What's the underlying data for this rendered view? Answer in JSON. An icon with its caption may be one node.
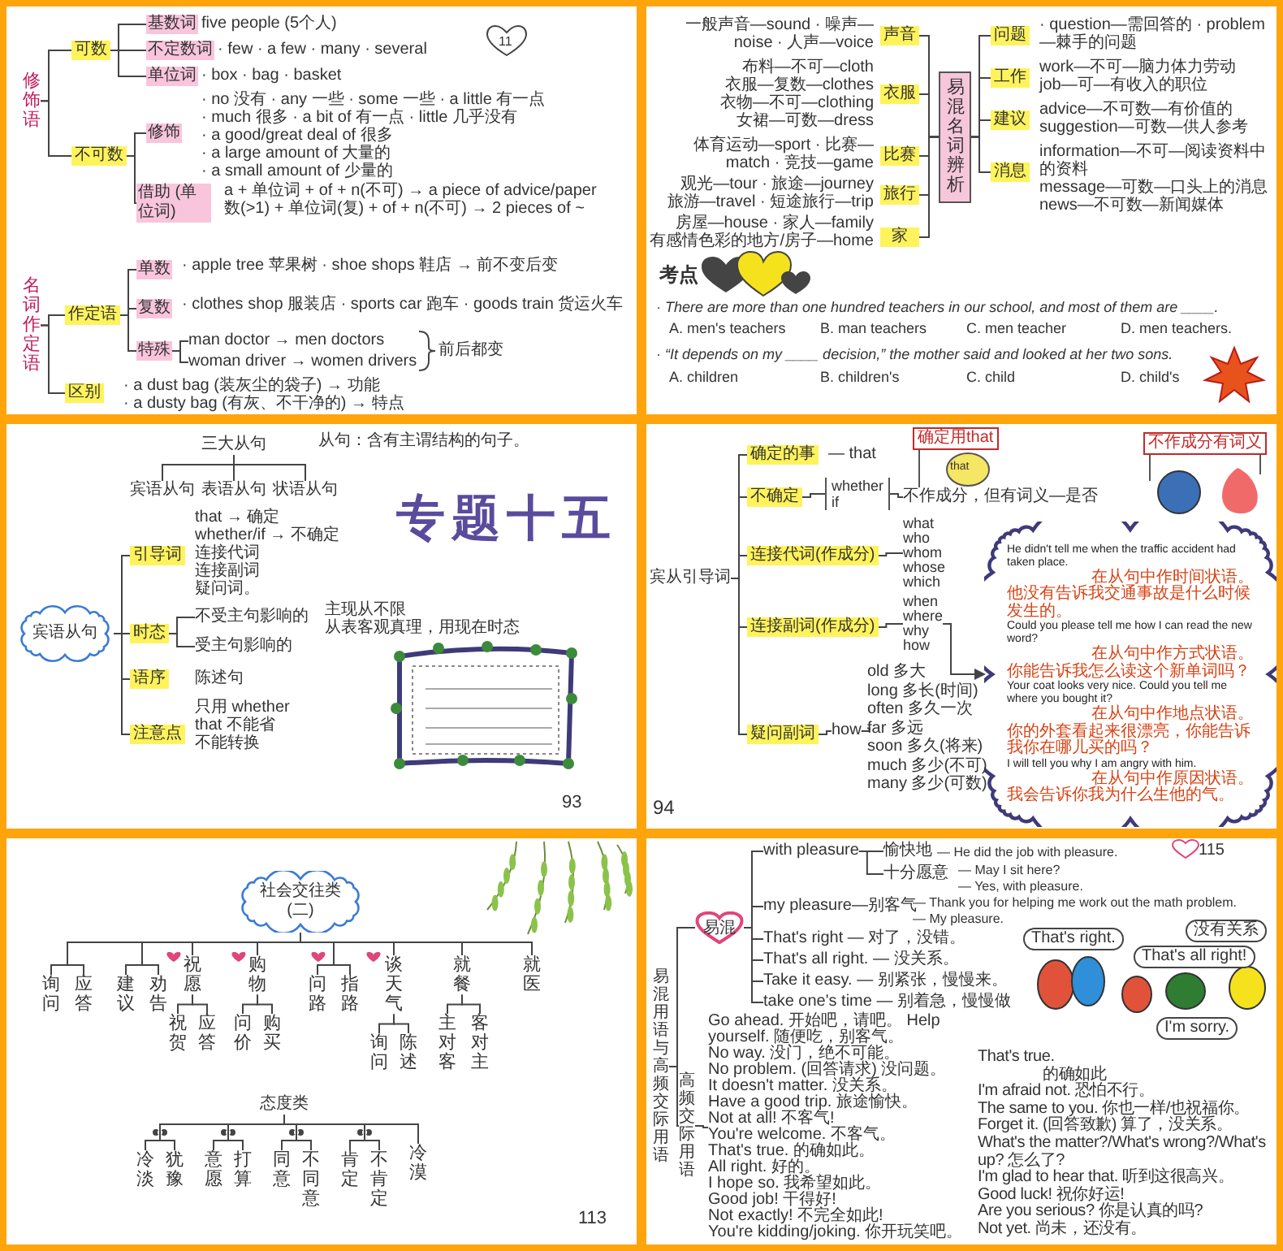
{
  "diagram": {
    "nodes": [
      {
        "text": [
          "修饰语"
        ]
      },
      {
        "text": [
          "可数"
        ]
      },
      {
        "text": [
          "基数词"
        ],
        "beside": [
          "five people (5个人)"
        ]
      },
      {
        "text": [
          "不定数词"
        ],
        "beside": [
          "· few · a few · many · several"
        ]
      },
      {
        "text": [
          "单位词"
        ],
        "beside": [
          "· box · bag · basket"
        ]
      },
      {
        "text": [
          "不可数"
        ]
      },
      {
        "text": [
          "修饰"
        ],
        "beside": [
          "· no 没有 · any 一些 · some 一些 · a little 有一点",
          "· much 很多 · a bit of 有一点 · little 几乎没有",
          "· a good/great deal of 很多",
          "· a large amount of 大量的",
          "· a small amount of 少量的"
        ]
      },
      {
        "text": [
          "借助 (单位词)"
        ],
        "beside": [
          "a + 单位词 + of + n(不可) → a piece of advice/paper",
          "数(>1) + 单位词(复) + of + n(不可) → 2 pieces of ~"
        ]
      },
      {
        "text": [
          "名词作定语"
        ]
      },
      {
        "text": [
          "作定语"
        ]
      },
      {
        "text": [
          "单数"
        ],
        "beside": [
          "· apple tree 苹果树 · shoe shops 鞋店 → 前不变后变"
        ]
      },
      {
        "text": [
          "复数"
        ],
        "beside": [
          "· clothes shop 服装店 · sports car 跑车 · goods train 货运火车"
        ]
      },
      {
        "text": [
          "特殊"
        ]
      },
      {
        "text": [
          "man doctor → men doctors"
        ]
      },
      {
        "text": [
          "woman driver → women drivers"
        ]
      },
      {
        "text": [
          "区别"
        ],
        "beside": [
          "· a dust bag (装灰尘的袋子) → 功能",
          "· a dusty bag (有灰、不干净的) → 特点"
        ]
      },
      {
        "text": [
          "易混名词辨析"
        ]
      },
      {
        "text": [
          "声音"
        ],
        "beside": [
          "一般声音—sound · 噪声—noise · 人声—voice"
        ]
      },
      {
        "text": [
          "衣服"
        ],
        "beside": [
          "布料—不可—cloth",
          "衣服—复数—clothes",
          "衣物—不可—clothing",
          "女裙—可数—dress"
        ]
      },
      {
        "text": [
          "比赛"
        ],
        "beside": [
          "体育运动—sport · 比赛—match · 竞技—game"
        ]
      },
      {
        "text": [
          "旅行"
        ],
        "beside": [
          "观光—tour · 旅途—journey",
          "旅游—travel · 短途旅行—trip"
        ]
      },
      {
        "text": [
          "家"
        ],
        "beside": [
          "房屋—house · 家人—family",
          "有感情色彩的地方/房子—home"
        ]
      },
      {
        "text": [
          "问题"
        ],
        "beside": [
          "· question—需回答的 · problem—棘手的问题"
        ]
      },
      {
        "text": [
          "工作"
        ],
        "beside": [
          "work—不可—脑力体力劳动",
          "job—可—有收入的职位"
        ]
      },
      {
        "text": [
          "建议"
        ],
        "beside": [
          "advice—不可数—有价值的",
          "suggestion—可数—供人参考"
        ]
      },
      {
        "text": [
          "消息"
        ],
        "beside": [
          "information—不可—阅读资料中的资料",
          "message—可数—口头上的消息",
          "news—不可数—新闻媒体"
        ]
      },
      {
        "text": [
          "三大从句"
        ]
      },
      {
        "text": [
          "宾语从句"
        ]
      },
      {
        "text": [
          "表语从句"
        ]
      },
      {
        "text": [
          "状语从句"
        ]
      },
      {
        "text": [
          "宾语从句"
        ]
      },
      {
        "text": [
          "引导词"
        ],
        "beside": [
          "that → 确定",
          "whether/if → 不确定",
          "连接代词",
          "连接副词",
          "疑问词。"
        ]
      },
      {
        "text": [
          "时态"
        ]
      },
      {
        "text": [
          "不受主句影响的"
        ],
        "beside": [
          "主现从不限",
          "从表客观真理，用现在时态"
        ]
      },
      {
        "text": [
          "受主句影响的"
        ]
      },
      {
        "text": [
          "语序"
        ],
        "beside": [
          "陈述句"
        ]
      },
      {
        "text": [
          "注意点"
        ],
        "beside": [
          "只用 whether",
          "that 不能省",
          "不能转换"
        ]
      },
      {
        "text": [
          "宾从引导词"
        ]
      },
      {
        "text": [
          "确定的事"
        ],
        "beside": [
          "— that"
        ]
      },
      {
        "text": [
          "不确定"
        ]
      },
      {
        "text": [
          "whether",
          "if"
        ]
      },
      {
        "text": [
          "不作成分，但有词义—是否"
        ]
      },
      {
        "text": [
          "连接代词(作成分)"
        ]
      },
      {
        "text": [
          "what",
          "who",
          "whom",
          "whose",
          "which"
        ]
      },
      {
        "text": [
          "连接副词(作成分)"
        ]
      },
      {
        "text": [
          "when",
          "where",
          "why",
          "how"
        ]
      },
      {
        "text": [
          "He didn't tell me when the traffic accident had taken place.",
          "在从句中作时间状语。",
          "他没有告诉我交通事故是什么时候发生的。",
          "Could you please tell me how I can read the new word?",
          "在从句中作方式状语。",
          "你能告诉我怎么读这个新单词吗？",
          "Your coat looks very nice. Could you tell me where you bought it?",
          "在从句中作地点状语。",
          "你的外套看起来很漂亮，你能告诉我你在哪儿买的吗？",
          "I will tell you why I am angry with him.",
          "在从句中作原因状语。",
          "我会告诉你我为什么生他的气。"
        ]
      },
      {
        "text": [
          "疑问副词"
        ]
      },
      {
        "text": [
          "how"
        ]
      },
      {
        "text": [
          "old 多大",
          "long 多长(时间)",
          "often 多久一次",
          "far 多远",
          "soon 多久(将来)",
          "much 多少(不可)",
          "many 多少(可数)"
        ]
      },
      {
        "text": [
          "社会交往类(二)"
        ]
      },
      {
        "text": [
          "询问"
        ]
      },
      {
        "text": [
          "应答"
        ]
      },
      {
        "text": [
          "建议"
        ]
      },
      {
        "text": [
          "劝告"
        ]
      },
      {
        "text": [
          "祝愿"
        ]
      },
      {
        "text": [
          "祝贺"
        ]
      },
      {
        "text": [
          "应答"
        ]
      },
      {
        "text": [
          "购物"
        ]
      },
      {
        "text": [
          "问价"
        ]
      },
      {
        "text": [
          "购买"
        ]
      },
      {
        "text": [
          "问路"
        ]
      },
      {
        "text": [
          "指路"
        ]
      },
      {
        "text": [
          "谈天气"
        ]
      },
      {
        "text": [
          "询问"
        ]
      },
      {
        "text": [
          "陈述"
        ]
      },
      {
        "text": [
          "就餐"
        ]
      },
      {
        "text": [
          "主对客"
        ]
      },
      {
        "text": [
          "客对主"
        ]
      },
      {
        "text": [
          "就医"
        ]
      },
      {
        "text": [
          "态度类"
        ]
      },
      {
        "text": [
          "冷淡"
        ]
      },
      {
        "text": [
          "犹豫"
        ]
      },
      {
        "text": [
          "意愿"
        ]
      },
      {
        "text": [
          "打算"
        ]
      },
      {
        "text": [
          "同意"
        ]
      },
      {
        "text": [
          "不同意"
        ]
      },
      {
        "text": [
          "肯定"
        ]
      },
      {
        "text": [
          "不肯定"
        ]
      },
      {
        "text": [
          "冷漠"
        ]
      },
      {
        "text": [
          "易混用语与高频交际用语"
        ]
      },
      {
        "text": [
          "易混"
        ]
      },
      {
        "text": [
          "with pleasure"
        ]
      },
      {
        "text": [
          "愉快地"
        ],
        "beside": [
          "— He did the job with pleasure."
        ]
      },
      {
        "text": [
          "十分愿意"
        ],
        "beside": [
          "— May I sit here?",
          "— Yes, with pleasure."
        ]
      },
      {
        "text": [
          "my pleasure—别客气"
        ],
        "beside": [
          "— Thank you for helping me work out the math problem.",
          "— My pleasure."
        ]
      },
      {
        "text": [
          "That's right — 对了，没错。"
        ]
      },
      {
        "text": [
          "That's all right. — 没关系。"
        ]
      },
      {
        "text": [
          "Take it easy. — 别紧张，慢慢来。"
        ]
      },
      {
        "text": [
          "take one's time — 别着急，慢慢做"
        ]
      },
      {
        "text": [
          "高频交际用语"
        ]
      },
      {
        "text": [
          "Go ahead. 开始吧，请吧。 Help yourself. 随便吃，别客气。",
          "No way. 没门，绝不可能。",
          "No problem. (回答请求) 没问题。",
          "It doesn't matter. 没关系。",
          "Have a good trip. 旅途愉快。",
          "Not at all! 不客气!",
          "You're welcome. 不客气。",
          "That's true. 的确如此。",
          "All right. 好的。",
          "I hope so. 我希望如此。",
          "Good job! 干得好!",
          "Not exactly! 不完全如此!",
          "You're kidding/joking. 你开玩笑吧。"
        ]
      }
    ],
    "edges": [
      {
        "from": 0,
        "to": 1,
        "arrow": "none"
      },
      {
        "from": 0,
        "to": 5,
        "arrow": "none"
      },
      {
        "from": 1,
        "to": 2,
        "arrow": "none"
      },
      {
        "from": 1,
        "to": 3,
        "arrow": "none"
      },
      {
        "from": 1,
        "to": 4,
        "arrow": "none"
      },
      {
        "from": 5,
        "to": 6,
        "arrow": "none"
      },
      {
        "from": 5,
        "to": 7,
        "arrow": "none"
      },
      {
        "from": 8,
        "to": 9,
        "arrow": "none"
      },
      {
        "from": 8,
        "to": 15,
        "arrow": "none"
      },
      {
        "from": 9,
        "to": 10,
        "arrow": "none"
      },
      {
        "from": 9,
        "to": 11,
        "arrow": "none"
      },
      {
        "from": 9,
        "to": 12,
        "arrow": "none"
      },
      {
        "from": 12,
        "to": 13,
        "arrow": "none"
      },
      {
        "from": 12,
        "to": 14,
        "arrow": "none"
      },
      {
        "from": 16,
        "to": 17,
        "arrow": "none"
      },
      {
        "from": 16,
        "to": 18,
        "arrow": "none"
      },
      {
        "from": 16,
        "to": 19,
        "arrow": "none"
      },
      {
        "from": 16,
        "to": 20,
        "arrow": "none"
      },
      {
        "from": 16,
        "to": 21,
        "arrow": "none"
      },
      {
        "from": 16,
        "to": 22,
        "arrow": "none"
      },
      {
        "from": 16,
        "to": 23,
        "arrow": "none"
      },
      {
        "from": 16,
        "to": 24,
        "arrow": "none"
      },
      {
        "from": 16,
        "to": 25,
        "arrow": "none"
      },
      {
        "from": 26,
        "to": 27,
        "arrow": "none"
      },
      {
        "from": 26,
        "to": 28,
        "arrow": "none"
      },
      {
        "from": 26,
        "to": 29,
        "arrow": "none"
      },
      {
        "from": 30,
        "to": 31,
        "arrow": "none"
      },
      {
        "from": 30,
        "to": 32,
        "arrow": "none"
      },
      {
        "from": 32,
        "to": 33,
        "arrow": "none"
      },
      {
        "from": 32,
        "to": 34,
        "arrow": "none"
      },
      {
        "from": 30,
        "to": 35,
        "arrow": "none"
      },
      {
        "from": 30,
        "to": 36,
        "arrow": "none"
      },
      {
        "from": 37,
        "to": 38,
        "arrow": "none"
      },
      {
        "from": 37,
        "to": 39,
        "arrow": "none"
      },
      {
        "from": 39,
        "to": 40,
        "arrow": "none"
      },
      {
        "from": 40,
        "to": 41,
        "arrow": "none"
      },
      {
        "from": 37,
        "to": 42,
        "arrow": "none"
      },
      {
        "from": 42,
        "to": 43,
        "arrow": "none"
      },
      {
        "from": 37,
        "to": 44,
        "arrow": "none"
      },
      {
        "from": 44,
        "to": 45,
        "arrow": "none"
      },
      {
        "from": 45,
        "to": 46,
        "arrow": "to"
      },
      {
        "from": 37,
        "to": 47,
        "arrow": "none"
      },
      {
        "from": 47,
        "to": 48,
        "arrow": "none"
      },
      {
        "from": 48,
        "to": 49,
        "arrow": "none"
      },
      {
        "from": 50,
        "to": 51,
        "arrow": "none"
      },
      {
        "from": 50,
        "to": 52,
        "arrow": "none"
      },
      {
        "from": 50,
        "to": 53,
        "arrow": "none"
      },
      {
        "from": 50,
        "to": 54,
        "arrow": "none"
      },
      {
        "from": 50,
        "to": 55,
        "arrow": "none"
      },
      {
        "from": 55,
        "to": 56,
        "arrow": "none"
      },
      {
        "from": 55,
        "to": 57,
        "arrow": "none"
      },
      {
        "from": 50,
        "to": 58,
        "arrow": "none"
      },
      {
        "from": 58,
        "to": 59,
        "arrow": "none"
      },
      {
        "from": 58,
        "to": 60,
        "arrow": "none"
      },
      {
        "from": 50,
        "to": 61,
        "arrow": "none"
      },
      {
        "from": 50,
        "to": 62,
        "arrow": "none"
      },
      {
        "from": 50,
        "to": 63,
        "arrow": "none"
      },
      {
        "from": 63,
        "to": 64,
        "arrow": "none"
      },
      {
        "from": 63,
        "to": 65,
        "arrow": "none"
      },
      {
        "from": 50,
        "to": 66,
        "arrow": "none"
      },
      {
        "from": 66,
        "to": 67,
        "arrow": "none"
      },
      {
        "from": 66,
        "to": 68,
        "arrow": "none"
      },
      {
        "from": 50,
        "to": 69,
        "arrow": "none"
      },
      {
        "from": 70,
        "to": 71,
        "arrow": "none"
      },
      {
        "from": 70,
        "to": 72,
        "arrow": "none"
      },
      {
        "from": 70,
        "to": 73,
        "arrow": "none"
      },
      {
        "from": 70,
        "to": 74,
        "arrow": "none"
      },
      {
        "from": 70,
        "to": 75,
        "arrow": "none"
      },
      {
        "from": 70,
        "to": 76,
        "arrow": "none"
      },
      {
        "from": 70,
        "to": 77,
        "arrow": "none"
      },
      {
        "from": 70,
        "to": 78,
        "arrow": "none"
      },
      {
        "from": 70,
        "to": 79,
        "arrow": "none"
      },
      {
        "from": 80,
        "to": 81,
        "arrow": "none"
      },
      {
        "from": 80,
        "to": 90,
        "arrow": "none"
      },
      {
        "from": 81,
        "to": 82,
        "arrow": "none"
      },
      {
        "from": 82,
        "to": 83,
        "arrow": "none"
      },
      {
        "from": 82,
        "to": 84,
        "arrow": "none"
      },
      {
        "from": 81,
        "to": 85,
        "arrow": "none"
      },
      {
        "from": 81,
        "to": 86,
        "arrow": "none"
      },
      {
        "from": 81,
        "to": 87,
        "arrow": "none"
      },
      {
        "from": 81,
        "to": 88,
        "arrow": "none"
      },
      {
        "from": 81,
        "to": 89,
        "arrow": "none"
      },
      {
        "from": 90,
        "to": 91,
        "arrow": "none"
      }
    ],
    "labels": [
      "11",
      "前后都变",
      "考点",
      "· There are more than one hundred teachers in our school, and most of them are ____.",
      "A. men's teachers",
      "B. man teachers",
      "C. men teacher",
      "D. men teachers.",
      "· “It depends on my ____ decision,” the mother said and looked at her two sons.",
      "A. children",
      "B. children's",
      "C. child",
      "D. child's",
      "从句：含有主谓结构的句子。",
      "专题十五",
      "93",
      "确定用that",
      "that",
      "不作成分有词义",
      "94",
      "113",
      "115",
      "That's right.",
      "没有关系",
      "That's all right!",
      "I'm sorry.",
      "That's true.",
      "的确如此",
      "I'm afraid not. 恐怕不行。",
      "The same to you. 你也一样/也祝福你。",
      "Forget it. (回答致歉) 算了，没关系。",
      "What's the matter?/What's wrong?/What's up? 怎么了?",
      "I'm glad to hear that. 听到这很高兴。",
      "Good luck! 祝你好运!",
      "Are you serious? 你是认真的吗?",
      "Not yet. 尚未，还没有。"
    ]
  }
}
